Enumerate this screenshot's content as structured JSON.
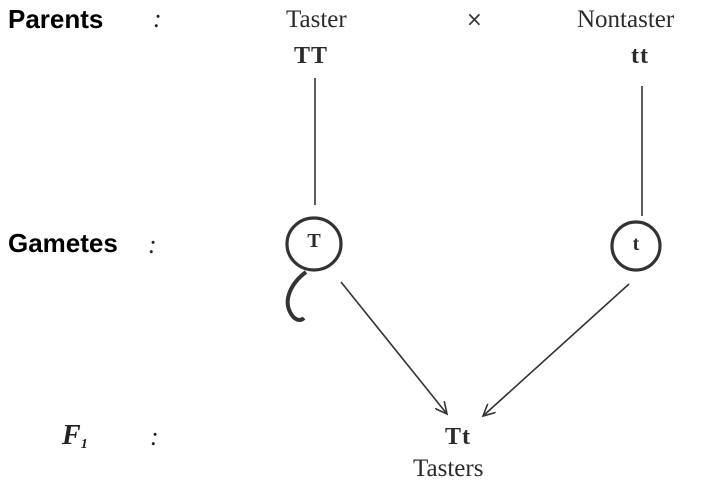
{
  "labels": {
    "parents": "Parents",
    "gametes": "Gametes",
    "f1": "F",
    "f1_sub": "1",
    "colon": ":"
  },
  "parents": {
    "left_phenotype": "Taster",
    "left_genotype": "TT",
    "cross_symbol": "×",
    "right_phenotype": "Nontaster",
    "right_genotype": "tt"
  },
  "gametes": {
    "left": "T",
    "right": "t"
  },
  "offspring": {
    "genotype": "Tt",
    "phenotype": "Tasters"
  },
  "colors": {
    "text": "#222222",
    "lines": "#333333"
  }
}
